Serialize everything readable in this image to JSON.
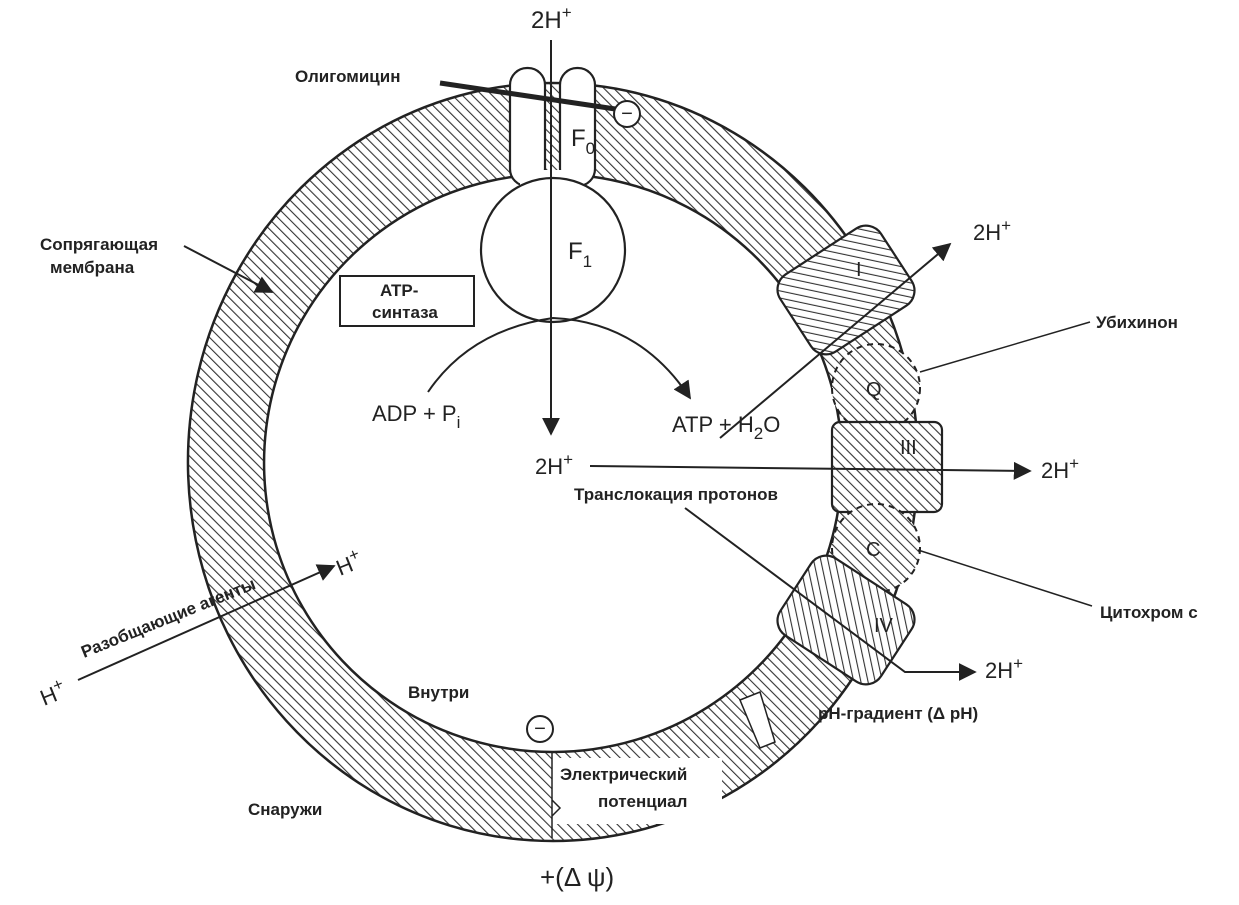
{
  "colors": {
    "ink": "#222222",
    "membrane_hatch": "#333333",
    "background": "#ffffff"
  },
  "labels": {
    "oligomycin": "Олигомицин",
    "f0": "F",
    "f0_sub": "0",
    "f1": "F",
    "f1_sub": "1",
    "coupling_membrane_line1": "Сопрягающая",
    "coupling_membrane_line2": "мембрана",
    "atp_synthase_line1": "ATP-",
    "atp_synthase_line2": "синтаза",
    "adp_pi": "ADP + P",
    "pi_sub": "i",
    "atp_h2o_left": "ATP + H",
    "atp_h2o_sub": "2",
    "atp_h2o_right": "O",
    "proton_2h": "2H",
    "proton_h": "H",
    "plus_sign": "+",
    "minus_sign": "−",
    "complex_i": "I",
    "complex_iii": "III",
    "complex_iv": "IV",
    "ubiquinone_symbol": "Q",
    "cytochrome_c_symbol": "C",
    "ubiquinone": "Убихинон",
    "cytochrome_c": "Цитохром с",
    "proton_translocation": "Транслокация протонов",
    "uncoupling_agents": "Разобщающие агенты",
    "inside": "Внутри",
    "outside": "Снаружи",
    "electric_potential_line1": "Электрический",
    "electric_potential_line2": "потенциал",
    "ph_gradient": "pH-градиент  (Δ pH)",
    "delta_psi": "+(Δ ψ)"
  }
}
